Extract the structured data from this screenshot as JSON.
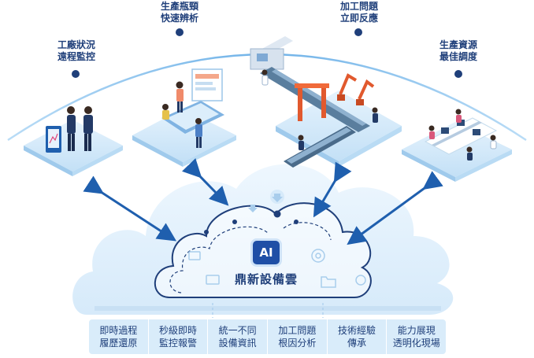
{
  "title": "鼎新設備雲",
  "ai_badge": "AI",
  "colors": {
    "navy": "#1f3f7a",
    "blue": "#1f5fae",
    "light": "#d9ecfa",
    "arc": "#8cc4ee"
  },
  "benefits": [
    {
      "line1": "工廠狀況",
      "line2": "遠程監控"
    },
    {
      "line1": "生產瓶頸",
      "line2": "快速辨析"
    },
    {
      "line1": "加工問題",
      "line2": "立即反應"
    },
    {
      "line1": "生產資源",
      "line2": "最佳調度"
    }
  ],
  "features": [
    {
      "line1": "即時過程",
      "line2": "履歷還原"
    },
    {
      "line1": "秒級即時",
      "line2": "監控報警"
    },
    {
      "line1": "統一不同",
      "line2": "設備資訊"
    },
    {
      "line1": "加工問題",
      "line2": "根因分析"
    },
    {
      "line1": "技術經驗",
      "line2": "傳承"
    },
    {
      "line1": "能力展現",
      "line2": "透明化現場"
    }
  ],
  "icons": [
    "worker-group-icon",
    "design-station-icon",
    "production-line-icon",
    "office-desks-icon",
    "cloud-icon",
    "gear-icon",
    "monitor-icon",
    "folder-icon",
    "download-arrow-icon"
  ]
}
